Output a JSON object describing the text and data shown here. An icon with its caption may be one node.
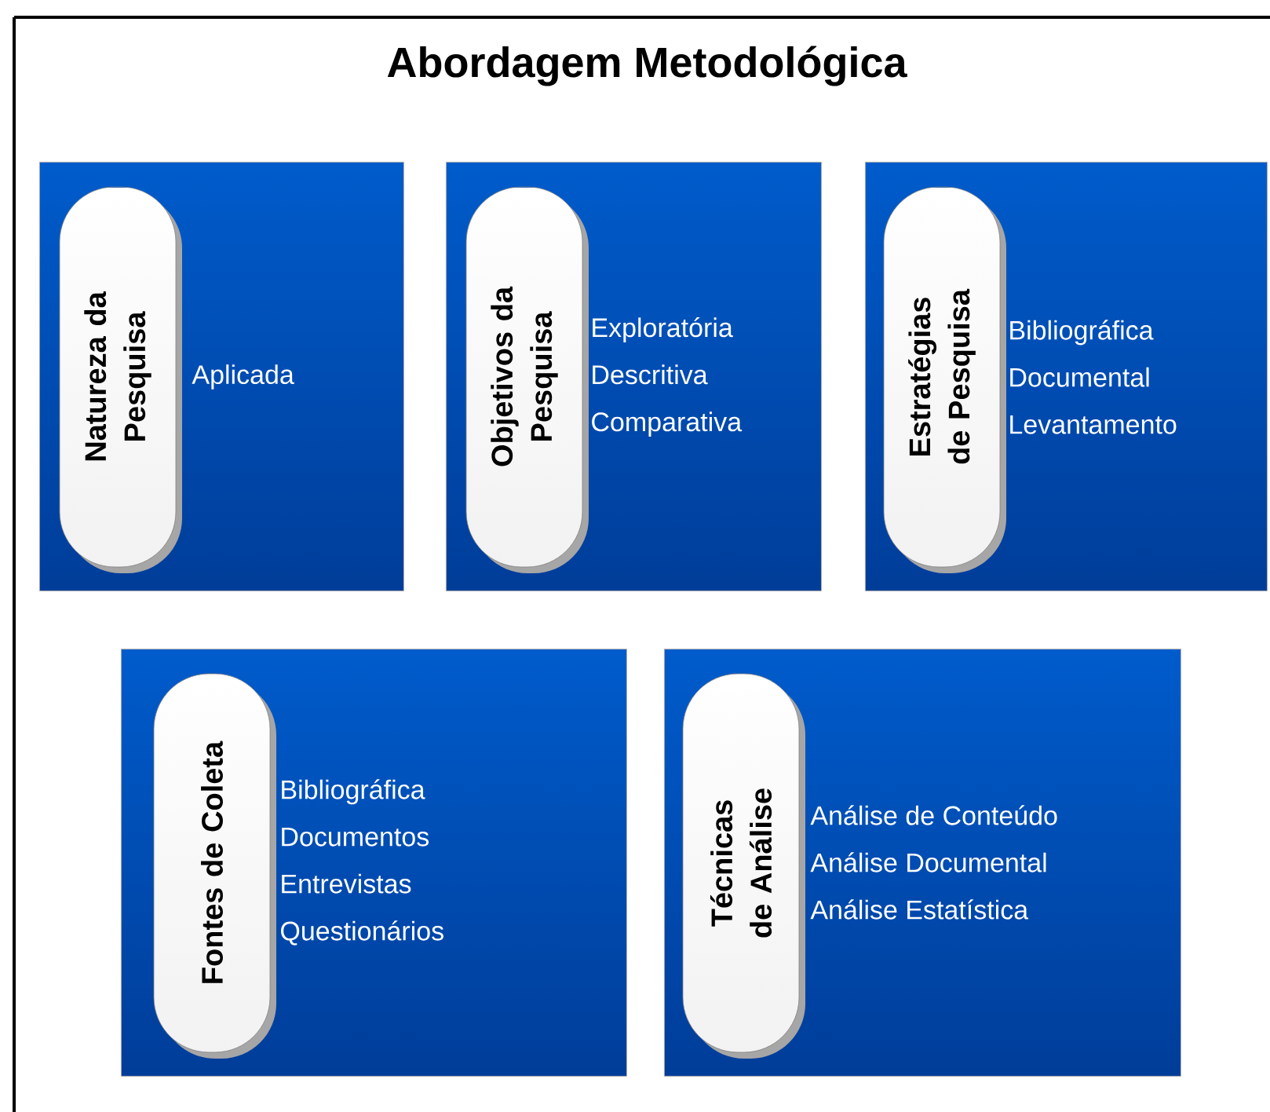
{
  "diagram": {
    "title": "Abordagem Metodológica",
    "nodes": [
      {
        "text": [
          "Aplicada"
        ]
      },
      {
        "text": [
          "Natureza da Pesquisa"
        ],
        "in": 0
      },
      {
        "text": [
          "Exploratória",
          "Descritiva",
          "Comparativa"
        ]
      },
      {
        "text": [
          "Objetivos da Pesquisa"
        ],
        "in": 2
      },
      {
        "text": [
          "Bibliográfica",
          "Documental",
          "Levantamento"
        ]
      },
      {
        "text": [
          "Estratégias de Pesquisa"
        ],
        "in": 4
      },
      {
        "text": [
          "Bibliográfica",
          "Documentos",
          "Entrevistas",
          "Questionários"
        ]
      },
      {
        "text": [
          "Fontes de Coleta"
        ],
        "in": 6
      },
      {
        "text": [
          "Análise de Conteúdo",
          "Análise Documental",
          "Análise Estatística"
        ]
      },
      {
        "text": [
          "Técnicas de Análise"
        ],
        "in": 8
      }
    ],
    "edges": []
  }
}
